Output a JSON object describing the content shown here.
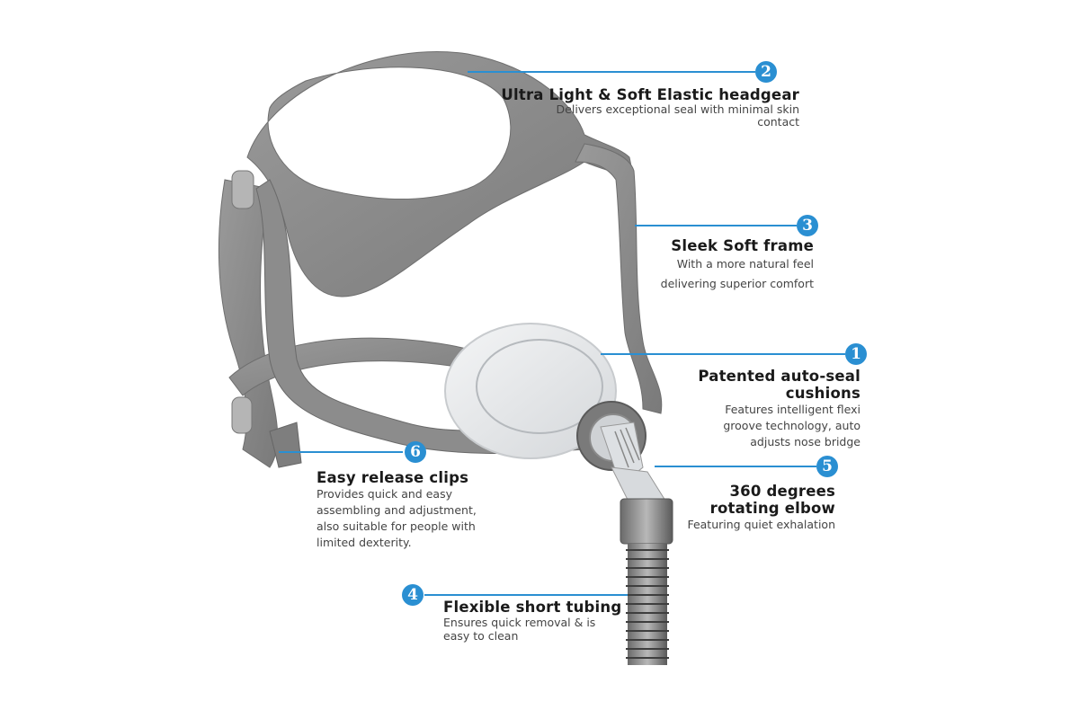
{
  "colors": {
    "accent": "#2a8fd2",
    "frame": "#8a8a8a",
    "frame_dark": "#6e6e6e",
    "cushion": "#e6e8ea",
    "text_title": "#1a1a1a",
    "text_desc": "#444444",
    "background": "#ffffff"
  },
  "illustration": {
    "subject": "Nasal CPAP mask with headgear, cushion, elbow and tubing",
    "icon": "cpap-mask-illustration"
  },
  "callouts": [
    {
      "number": "1",
      "title": "Patented auto-seal cushions",
      "title_lines": [
        "Patented auto-seal",
        "cushions"
      ],
      "description_lines": [
        "Features intelligent flexi",
        "groove technology, auto",
        "adjusts nose bridge"
      ]
    },
    {
      "number": "2",
      "title": "Ultra Light & Soft Elastic headgear",
      "title_lines": [
        "Ultra Light & Soft Elastic headgear"
      ],
      "description_lines": [
        "Delivers exceptional seal with minimal skin",
        "contact"
      ]
    },
    {
      "number": "3",
      "title": "Sleek Soft frame",
      "title_lines": [
        "Sleek Soft frame"
      ],
      "description_lines": [
        "With a more natural feel",
        "delivering superior comfort"
      ]
    },
    {
      "number": "4",
      "title": "Flexible short tubing",
      "title_lines": [
        "Flexible short tubing"
      ],
      "description_lines": [
        "Ensures quick removal & is",
        "easy to clean"
      ]
    },
    {
      "number": "5",
      "title": "360 degrees rotating elbow",
      "title_lines": [
        "360 degrees",
        "rotating elbow"
      ],
      "description_lines": [
        "Featuring quiet exhalation"
      ]
    },
    {
      "number": "6",
      "title": "Easy release clips",
      "title_lines": [
        "Easy release clips"
      ],
      "description_lines": [
        "Provides quick and easy",
        "assembling and adjustment,",
        "also suitable for people with",
        "limited dexterity."
      ]
    }
  ]
}
